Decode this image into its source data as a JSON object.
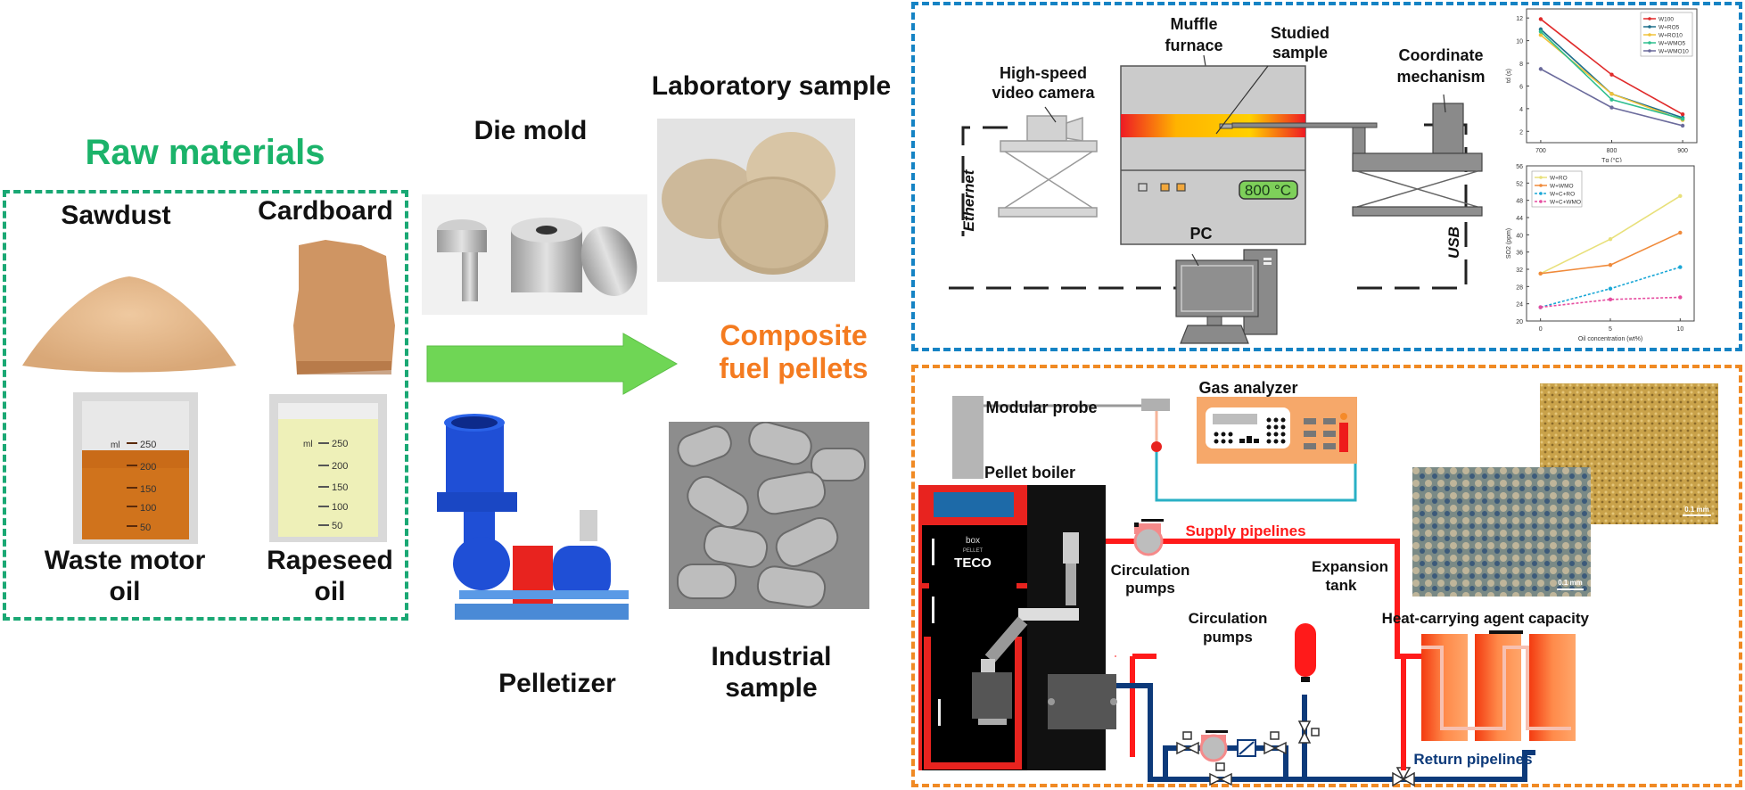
{
  "raw_materials": {
    "title": "Raw materials",
    "title_color": "#1bb36a",
    "items": [
      {
        "label": "Sawdust",
        "image": "sawdust-pile"
      },
      {
        "label": "Cardboard",
        "image": "cardboard-piece"
      },
      {
        "label": "Waste motor\noil",
        "label_l1": "Waste motor",
        "label_l2": "oil",
        "image": "beaker-orange-oil"
      },
      {
        "label": "Rapeseed\noil",
        "label_l1": "Rapeseed",
        "label_l2": "oil",
        "image": "beaker-yellow-oil"
      }
    ],
    "beaker_scale": [
      "ml",
      "250",
      "200",
      "150",
      "100",
      "50"
    ]
  },
  "process": {
    "die_mold_label": "Die mold",
    "lab_sample_label": "Laboratory sample",
    "pelletizer_label": "Pelletizer",
    "industrial_sample_label_l1": "Industrial",
    "industrial_sample_label_l2": "sample",
    "product_label_l1": "Composite",
    "product_label_l2": "fuel pellets",
    "product_color": "#f47b20",
    "arrow_color": "#6fd655"
  },
  "lab_setup": {
    "camera_label_l1": "High-speed",
    "camera_label_l2": "video camera",
    "furnace_label_l1": "Muffle",
    "furnace_label_l2": "furnace",
    "sample_label_l1": "Studied",
    "sample_label_l2": "sample",
    "coord_label_l1": "Coordinate",
    "coord_label_l2": "mechanism",
    "pc_label": "PC",
    "ethernet_label": "Ethernet",
    "usb_label": "USB",
    "furnace_display": "800 °C"
  },
  "boiler_setup": {
    "probe_label": "Modular probe",
    "analyzer_label": "Gas analyzer",
    "boiler_label": "Pellet boiler",
    "boiler_brand_small": "box",
    "boiler_brand_sub": "PELLET",
    "boiler_brand": "TECO",
    "supply_label": "Supply pipelines",
    "supply_color": "#ff1a1a",
    "return_label": "Return pipelines",
    "return_color": "#0d3a7a",
    "pumps_label_top_l1": "Circulation",
    "pumps_label_top_l2": "pumps",
    "pumps_label_bottom_l1": "Circulation",
    "pumps_label_bottom_l2": "pumps",
    "expansion_label_l1": "Expansion",
    "expansion_label_l2": "tank",
    "capacity_label": "Heat-carrying agent capacity",
    "micro_scale": "0.1 mm"
  },
  "chart_data": [
    {
      "type": "line",
      "title": "",
      "xlabel": "Tg (°C)",
      "ylabel": "td (s)",
      "x": [
        700,
        800,
        900
      ],
      "xlim": [
        680,
        920
      ],
      "ylim": [
        1,
        12.8
      ],
      "xticks": [
        "700",
        "800",
        "900"
      ],
      "yticks": [
        "2",
        "4",
        "6",
        "8",
        "10",
        "12"
      ],
      "legend_position": "top-right",
      "series": [
        {
          "name": "W100",
          "color": "#e02b2b",
          "values": [
            11.9,
            7.0,
            3.5
          ]
        },
        {
          "name": "W+RO5",
          "color": "#1f6f8b",
          "values": [
            11.0,
            5.3,
            3.2
          ]
        },
        {
          "name": "W+RO10",
          "color": "#f0c23a",
          "values": [
            10.5,
            5.3,
            3.0
          ]
        },
        {
          "name": "W+WMO5",
          "color": "#2fbf8f",
          "values": [
            10.8,
            4.8,
            3.1
          ]
        },
        {
          "name": "W+WMO10",
          "color": "#6b6b9c",
          "values": [
            7.5,
            4.1,
            2.5
          ]
        }
      ]
    },
    {
      "type": "line",
      "title": "",
      "xlabel": "Oil concentration (wt%)",
      "ylabel": "SO2 (ppm)",
      "x": [
        0,
        5,
        10
      ],
      "xlim": [
        -1,
        11
      ],
      "ylim": [
        20,
        56
      ],
      "xticks": [
        "0",
        "5",
        "10"
      ],
      "yticks": [
        "20",
        "24",
        "28",
        "32",
        "36",
        "40",
        "44",
        "48",
        "52",
        "56"
      ],
      "legend_position": "top-left",
      "series": [
        {
          "name": "W+RO",
          "color": "#e8e07a",
          "dashed": false,
          "values": [
            31,
            39,
            49
          ]
        },
        {
          "name": "W+WMO",
          "color": "#f08a3a",
          "dashed": false,
          "values": [
            31,
            33,
            40.5
          ]
        },
        {
          "name": "W+C+RO",
          "color": "#1aa7d6",
          "dashed": true,
          "values": [
            23.2,
            27.5,
            32.5
          ]
        },
        {
          "name": "W+C+WMO",
          "color": "#e64da0",
          "dashed": true,
          "values": [
            23.2,
            25,
            25.5
          ]
        }
      ]
    }
  ]
}
